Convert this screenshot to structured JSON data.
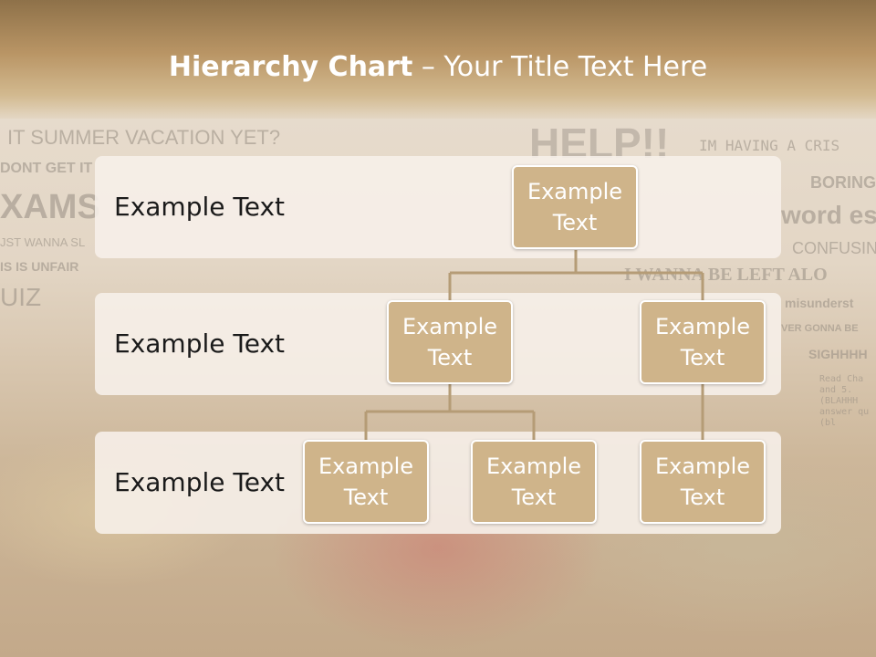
{
  "header": {
    "title_bold": "Hierarchy Chart",
    "title_rest": " – Your Title Text Here"
  },
  "background_words": [
    "IT SUMMER VACATION YET?",
    "HELP!!",
    "IM HAVING A CRIS",
    "DONT GET IT",
    "BORING",
    "XAMS",
    "word ess",
    "JST WANNA SL",
    "CONFUSIN",
    "IS IS UNFAIR",
    "I WANNA BE LEFT ALO",
    "UIZ",
    "misunderst",
    "VER GONNA BE",
    "SIGHHHH",
    "Read Cha and 5. (BLAHHH answer qu (bl"
  ],
  "bands": [
    {
      "label": "Example Text"
    },
    {
      "label": "Example Text"
    },
    {
      "label": "Example Text"
    }
  ],
  "nodes": {
    "root": "Example Text",
    "level2_left": "Example Text",
    "level2_right": "Example Text",
    "level3_a": "Example Text",
    "level3_b": "Example Text",
    "level3_c": "Example Text"
  },
  "colors": {
    "node_fill": "#cfb48a",
    "connector": "#b59c76",
    "header_top": "#8e7149"
  }
}
